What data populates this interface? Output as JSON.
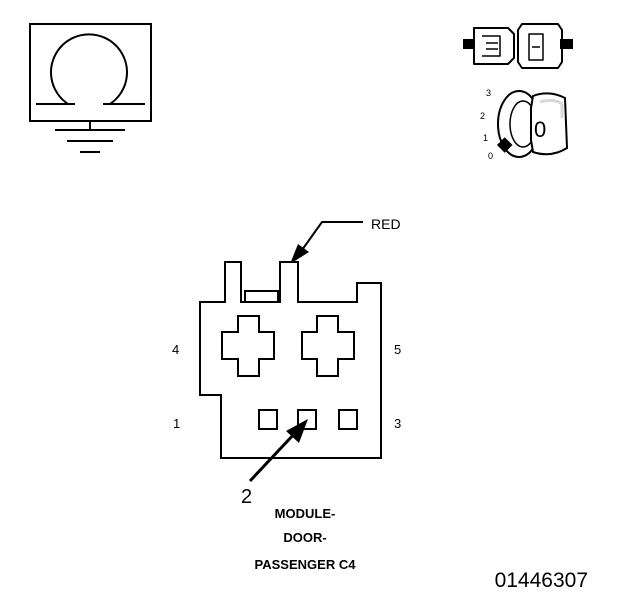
{
  "wire_color_label": "RED",
  "pins": {
    "p1": "1",
    "p2": "2",
    "p3": "3",
    "p4": "4",
    "p5": "5"
  },
  "connector_name": {
    "line1": "MODULE-",
    "line2": "DOOR-",
    "line3": "PASSENGER C4"
  },
  "figure_number": "01446307",
  "ignition": {
    "positions": [
      "3",
      "2",
      "1",
      "0"
    ],
    "key_label": "0"
  },
  "colors": {
    "ink": "#000000",
    "fill": "#ffffff",
    "sheen": "#d8d8d8"
  }
}
